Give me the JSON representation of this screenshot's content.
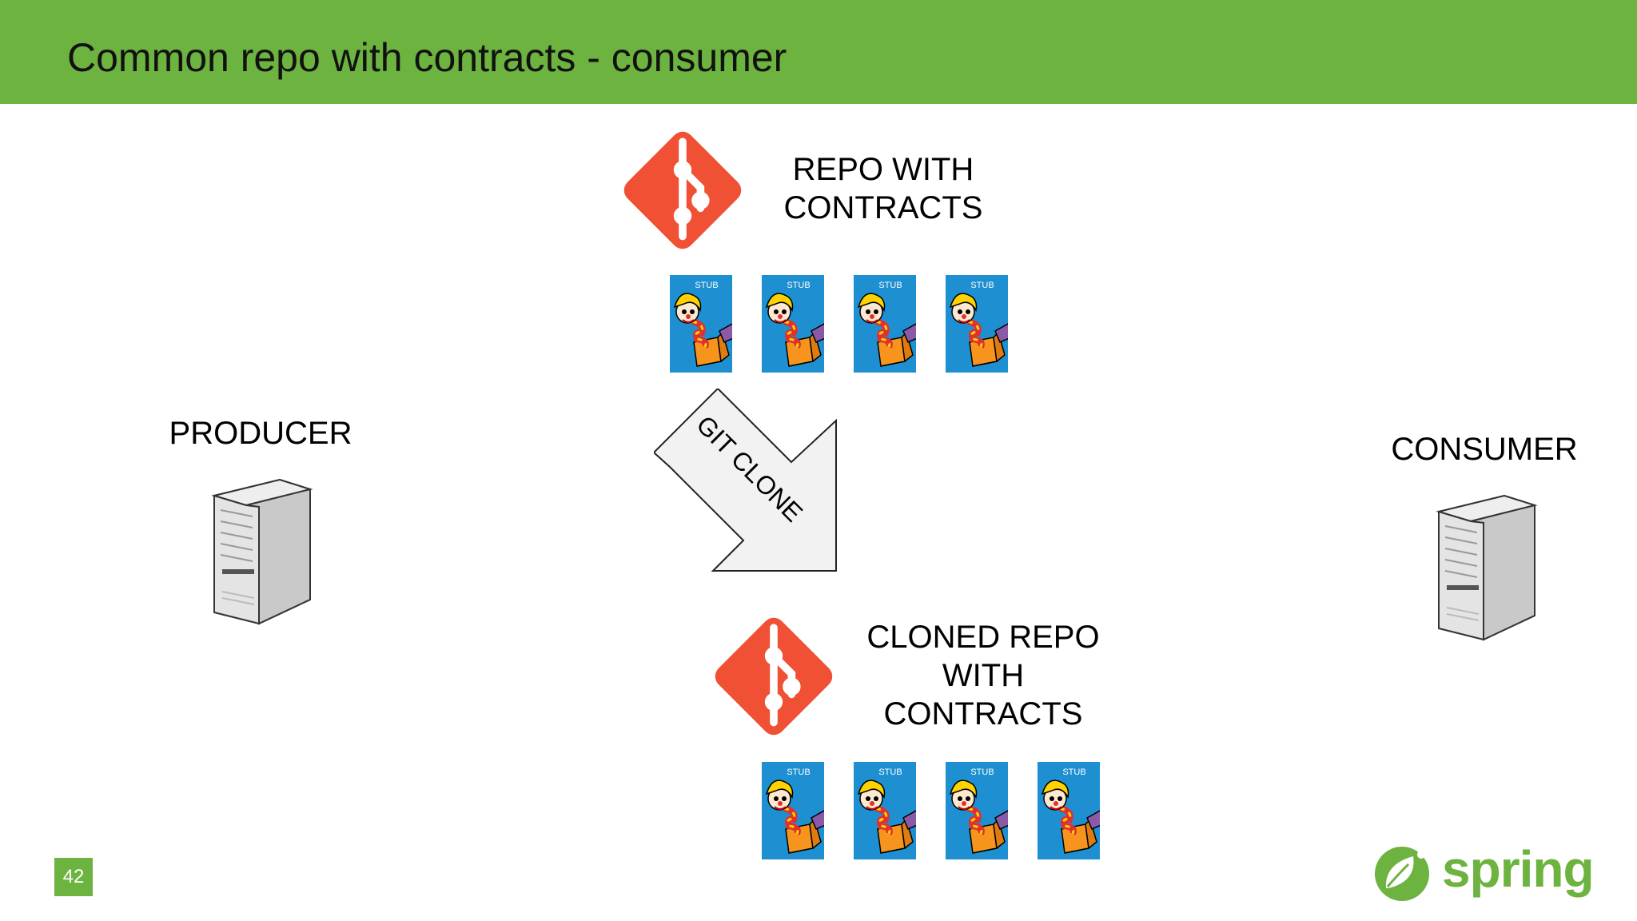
{
  "slide": {
    "title": "Common repo with contracts - consumer",
    "page_number": "42"
  },
  "labels": {
    "repo_line1": "REPO WITH",
    "repo_line2": "CONTRACTS",
    "cloned_line1": "CLONED REPO",
    "cloned_line2": "WITH",
    "cloned_line3": "CONTRACTS",
    "producer": "PRODUCER",
    "consumer": "CONSUMER",
    "git_clone": "GIT CLONE",
    "stub": "STUB"
  },
  "brand": {
    "name": "spring",
    "green": "#6db33f",
    "git_orange": "#f05033",
    "stub_blue": "#1e8fd0"
  },
  "icons": [
    "git-logo-icon",
    "stub-jar-icon",
    "server-icon",
    "spring-leaf-icon"
  ]
}
